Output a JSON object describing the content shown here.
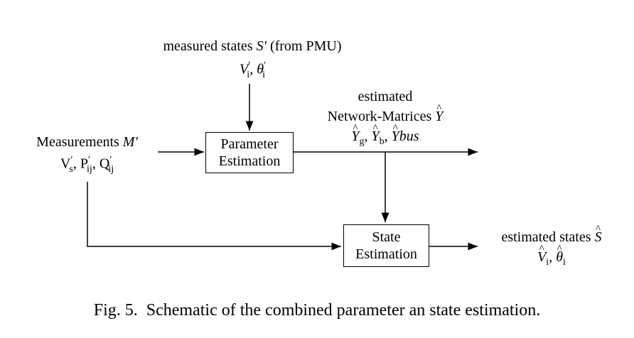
{
  "pmu": {
    "line1_prefix": "measured states ",
    "line1_symbol": "S′",
    "line1_suffix": " (from PMU)",
    "v": "V",
    "v_sub": "i",
    "v_sup": "′",
    "sep": ", ",
    "theta": "θ",
    "theta_sub": "i",
    "theta_sup": "′"
  },
  "measurements": {
    "line1_prefix": "Measurements ",
    "line1_symbol": "M′",
    "v": "V",
    "v_sup": "′",
    "v_sub": "s",
    "p": "P",
    "p_sup": "′",
    "p_sub": "ij",
    "q": "Q",
    "q_sup": "′",
    "q_sub": "ij",
    "sep": ", "
  },
  "network": {
    "line1": "estimated",
    "line2_prefix": "Network-Matrices ",
    "y_symbol": "Y",
    "yg_sub": "g",
    "yb_sub": "b",
    "ybus_suffix": "bus",
    "sep": ", "
  },
  "boxes": {
    "param_line1": "Parameter",
    "param_line2": "Estimation",
    "state_line1": "State",
    "state_line2": "Estimation"
  },
  "output": {
    "line1_prefix": "estimated states ",
    "s_symbol": "S",
    "v": "V",
    "v_sub": "i",
    "theta": "θ",
    "theta_sub": "i",
    "sep": ", "
  },
  "caption": "Fig. 5.  Schematic of the combined parameter an state estimation."
}
